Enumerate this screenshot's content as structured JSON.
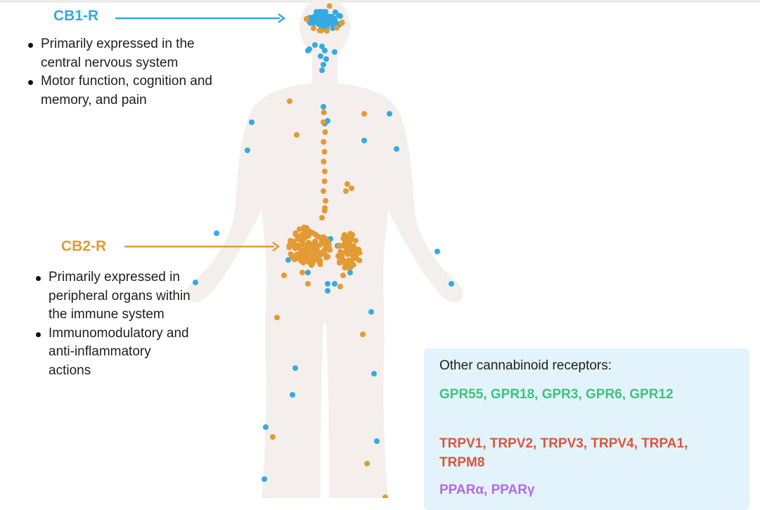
{
  "cb1": {
    "label": "CB1-R",
    "bullets": [
      "Primarily expressed in the central nervous system",
      "Motor function, cognition and memory, and pain"
    ]
  },
  "cb2": {
    "label": "CB2-R",
    "bullets": [
      "Primarily expressed in peripheral organs within the immune system",
      "Immunomodulatory and anti-inflammatory actions"
    ]
  },
  "other_receptors": {
    "title": "Other cannabinoid receptors:",
    "gpr": "GPR55, GPR18, GPR3, GPR6, GPR12",
    "trp": "TRPV1, TRPV2, TRPV3, TRPV4, TRPA1, TRPM8",
    "ppar": "PPARα, PPARγ"
  },
  "colors": {
    "cb1": "#36a9e1",
    "cb2": "#e39a34",
    "body": "#f4efed",
    "box": "#e3f3fb",
    "gpr": "#3cc47d",
    "trp": "#d9573a",
    "ppar": "#b46ae6"
  }
}
